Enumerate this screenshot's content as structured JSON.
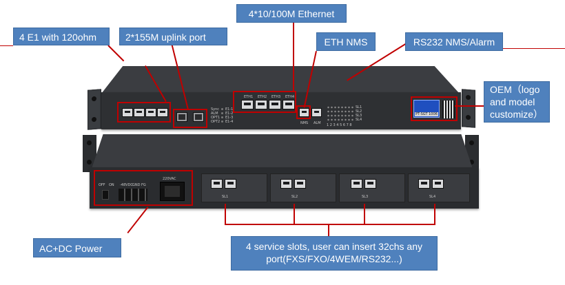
{
  "callouts": {
    "e1": "4 E1 with 120ohm",
    "uplink": "2*155M uplink port",
    "ethernet": "4*10/100M Ethernet",
    "eth_nms": "ETH NMS",
    "rs232": "RS232 NMS/Alarm",
    "oem_line1": "OEM（logo",
    "oem_line2": "and model",
    "oem_line3": "customize）",
    "power": "AC+DC Power",
    "slots_line1": "4 service slots, user can insert 32chs any",
    "slots_line2": "port(FXS/FXO/4WEM/RS232...)"
  },
  "front_panel": {
    "status_labels": [
      "Sync",
      "ALM",
      "OPT1",
      "OPT2"
    ],
    "e1_leds": [
      "E1-1",
      "E1-2",
      "E1-3",
      "E1-4"
    ],
    "eth_labels": [
      "ETH1",
      "ETH2",
      "ETH3",
      "ETH4"
    ],
    "nms_label": "NMS",
    "alm_label": "ALM",
    "slot_led_labels": [
      "SL1",
      "SL2",
      "SL3",
      "SL4"
    ],
    "slot_led_numbers": "1 2 3 4 5 6 7 8",
    "model": "PT-SGT 1006"
  },
  "rear_panel": {
    "off_label": "OFF",
    "on_label": "ON",
    "dc_label": "-48VDC",
    "gnd_label": "GND",
    "fg_label": "FG",
    "ac_label": "220VAC",
    "slot_labels": [
      "SL1",
      "SL2",
      "SL3",
      "SL4"
    ]
  },
  "colors": {
    "callout_fill": "#4f81bd",
    "highlight": "#c00000",
    "chassis": "#2e3033"
  }
}
